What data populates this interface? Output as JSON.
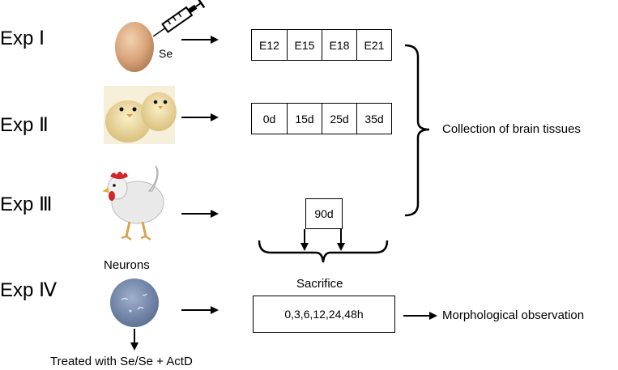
{
  "experiments": [
    {
      "label": "Exp Ⅰ"
    },
    {
      "label": "Exp Ⅱ"
    },
    {
      "label": "Exp Ⅲ"
    },
    {
      "label": "Exp Ⅳ"
    }
  ],
  "exp1": {
    "injection_label": "Se",
    "timepoints": [
      "E12",
      "E15",
      "E18",
      "E21"
    ]
  },
  "exp2": {
    "timepoints": [
      "0d",
      "15d",
      "25d",
      "35d"
    ]
  },
  "exp3": {
    "timepoint": "90d"
  },
  "exp4": {
    "neurons_label": "Neurons",
    "treatment_label": "Treated with Se/Se + ActD",
    "timepoints": "0,3,6,12,24,48h",
    "outcome_label": "Morphological observation"
  },
  "collection_label": "Collection of brain tissues",
  "sacrifice_label": "Sacrifice",
  "icons": {
    "exp1": "egg-icon",
    "syringe": "syringe-icon",
    "exp2": "chicks-icon",
    "exp3": "rooster-icon",
    "exp4": "petri-dish-icon"
  }
}
